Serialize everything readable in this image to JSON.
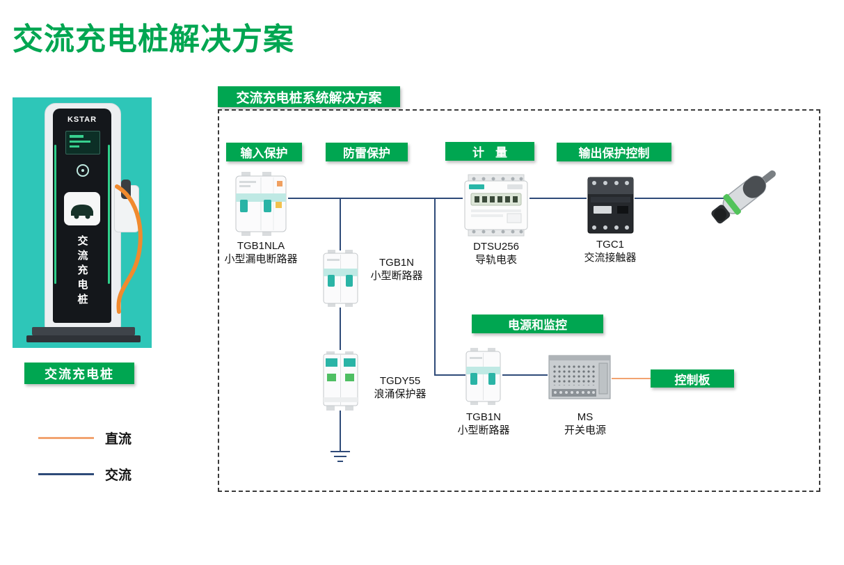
{
  "title": "交流充电桩解决方案",
  "product": {
    "brand": "KSTAR",
    "pillar_vertical_text": "交流充电桩",
    "caption": "交流充电桩"
  },
  "legend": {
    "dc_label": "直流",
    "ac_label": "交流",
    "dc_color": "#F2A370",
    "ac_color": "#2E4A78"
  },
  "diagram": {
    "header": "交流充电桩系统解决方案",
    "sections": {
      "input_protection": "输入保护",
      "surge_protection": "防雷保护",
      "metering": "计量",
      "output_protection": "输出保护控制",
      "power_monitoring": "电源和监控",
      "control_board": "控制板"
    },
    "components": {
      "leakage_breaker": {
        "model": "TGB1NLA",
        "name": "小型漏电断路器"
      },
      "breaker1": {
        "model": "TGB1N",
        "name": "小型断路器"
      },
      "surge_protector": {
        "model": "TGDY55",
        "name": "浪涌保护器"
      },
      "meter": {
        "model": "DTSU256",
        "name": "导轨电表"
      },
      "contactor": {
        "model": "TGC1",
        "name": "交流接触器"
      },
      "breaker2": {
        "model": "TGB1N",
        "name": "小型断路器"
      },
      "psu": {
        "model": "MS",
        "name": "开关电源"
      }
    },
    "colors": {
      "accent_green": "#00A651",
      "panel_teal": "#2EC6B8",
      "ac_line": "#2E4A78",
      "dc_line": "#F2A370"
    }
  }
}
